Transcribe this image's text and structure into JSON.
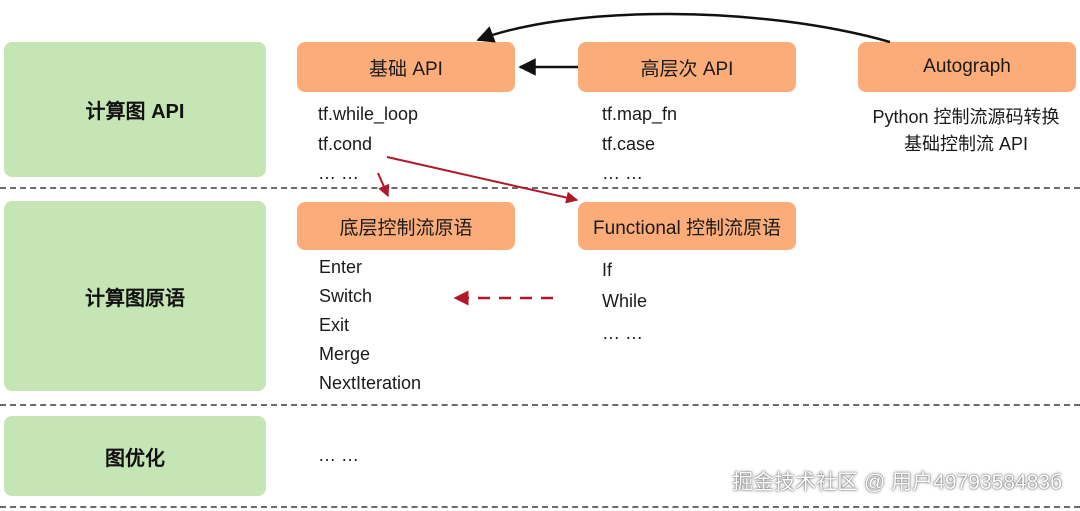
{
  "rows": {
    "api_label": "计算图 API",
    "primitive_label": "计算图原语",
    "optimize_label": "图优化"
  },
  "top_boxes": {
    "basic_api": "基础 API",
    "high_api": "高层次 API",
    "autograph": "Autograph"
  },
  "basic_api_items": [
    "tf.while_loop",
    "tf.cond",
    "… …"
  ],
  "high_api_items": [
    "tf.map_fn",
    "tf.case",
    "… …"
  ],
  "autograph_items": [
    "Python 控制流源码转换",
    "基础控制流 API"
  ],
  "mid_boxes": {
    "low_level": "底层控制流原语",
    "functional": "Functional 控制流原语"
  },
  "low_level_items": [
    "Enter",
    "Switch",
    "Exit",
    "Merge",
    "NextIteration"
  ],
  "functional_items": [
    "If",
    "While",
    "… …"
  ],
  "optimize_items": [
    "… …"
  ],
  "watermark": "掘金技术社区 @ 用户4979358483б",
  "colors": {
    "label_green": "#c6e5b4",
    "box_orange": "#fbac78",
    "arrow_black": "#111111",
    "arrow_red": "#b0182a",
    "divider_gray": "#6b6b6b"
  }
}
